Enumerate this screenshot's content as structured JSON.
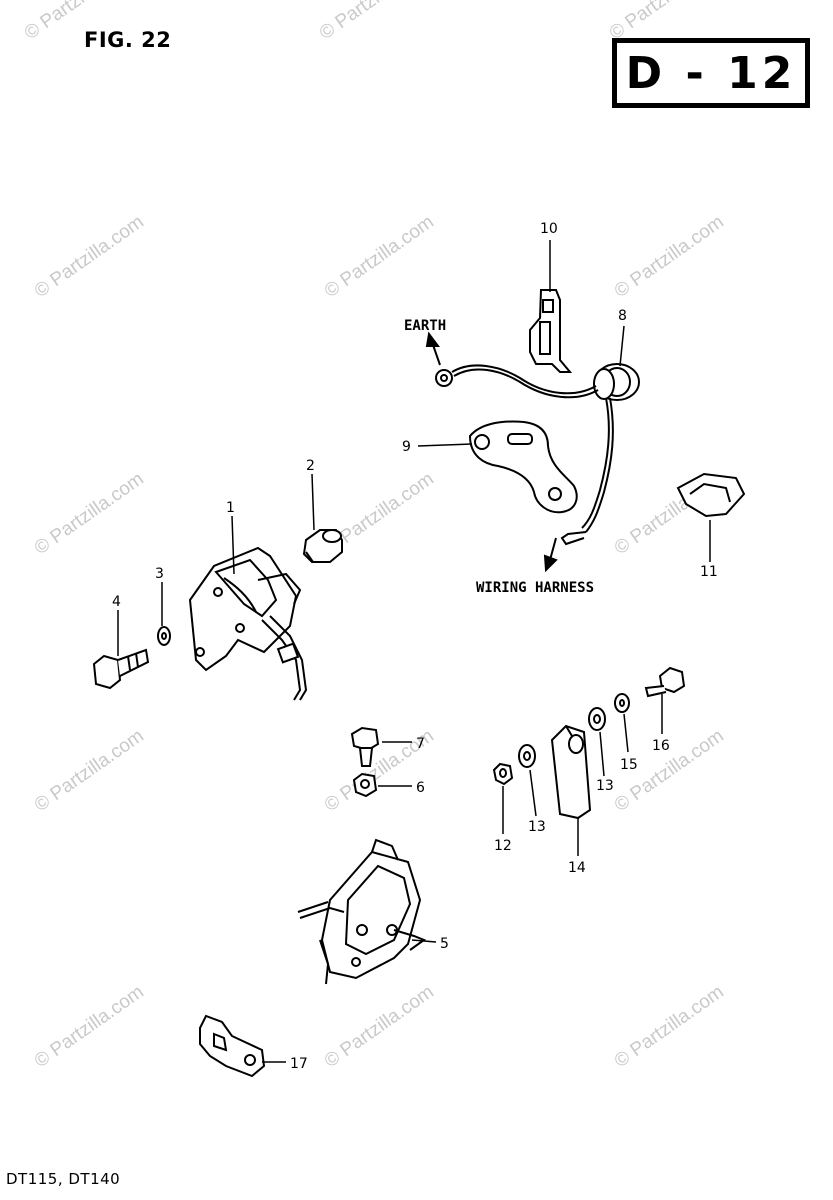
{
  "figure": {
    "title": "FIG. 22",
    "sheet_code": "D - 12",
    "models": "DT115, DT140"
  },
  "callouts": [
    "1",
    "2",
    "3",
    "4",
    "5",
    "6",
    "7",
    "8",
    "9",
    "10",
    "11",
    "12",
    "13",
    "13",
    "14",
    "15",
    "16",
    "17"
  ],
  "notes": {
    "earth": "EARTH",
    "wiring_harness": "WIRING HARNESS"
  },
  "watermark": "© Partzilla.com",
  "colors": {
    "ink": "#000000",
    "watermark": "#c9c9c9",
    "paper": "#ffffff"
  }
}
